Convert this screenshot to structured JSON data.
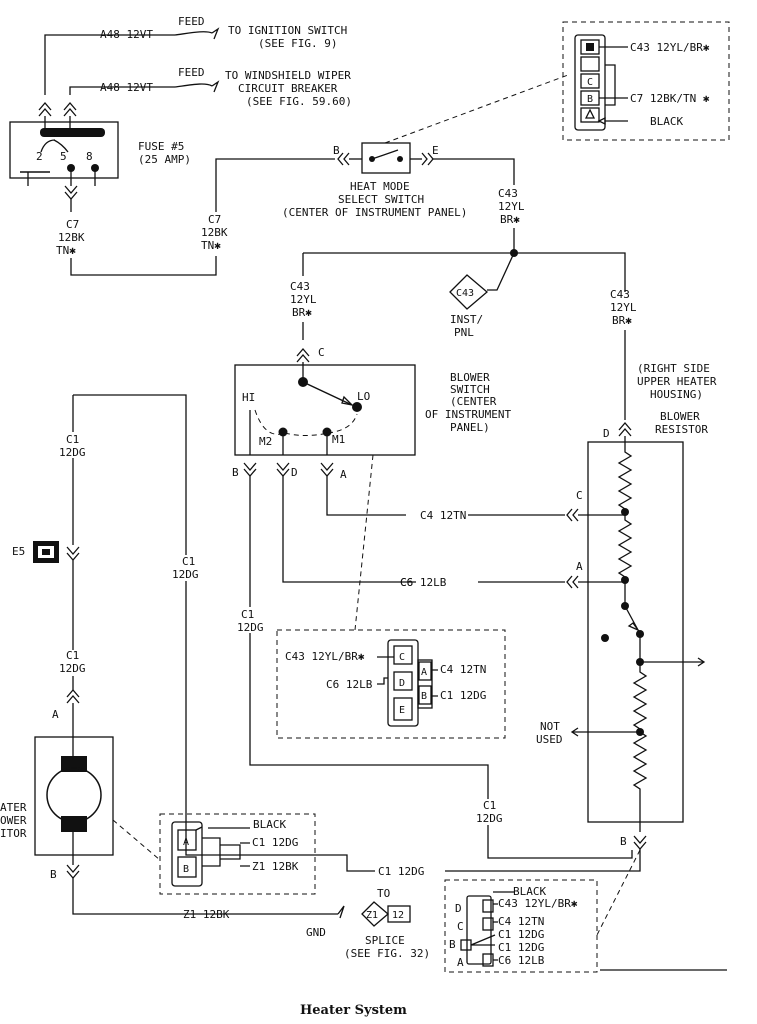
{
  "caption": "Heater System",
  "feed_top": {
    "circuit": "A48 12VT",
    "feed": "FEED",
    "dest1": "TO IGNITION SWITCH",
    "dest2": "(SEE FIG. 9)"
  },
  "feed_wiper": {
    "circuit": "A48 12VT",
    "feed": "FEED",
    "dest1": "TO WINDSHIELD WIPER",
    "dest2": "CIRCUIT BREAKER",
    "dest3": "(SEE FIG. 59.60)"
  },
  "fuse": {
    "pin2": "2",
    "pin5": "5",
    "pin8": "8",
    "label1": "FUSE #5",
    "label2": "(25 AMP)"
  },
  "c7_left": {
    "l1": "C7",
    "l2": "12BK",
    "l3": "TN✱"
  },
  "c7_right": {
    "l1": "C7",
    "l2": "12BK",
    "l3": "TN✱"
  },
  "heat_switch": {
    "pin_b": "B",
    "pin_e": "E",
    "l1": "HEAT MODE",
    "l2": "SELECT SWITCH",
    "l3": "(CENTER OF INSTRUMENT PANEL)"
  },
  "c43_top": {
    "l1": "C43",
    "l2": "12YL",
    "l3": "BR✱"
  },
  "c43_left": {
    "l1": "C43",
    "l2": "12YL",
    "l3": "BR✱"
  },
  "c43_right": {
    "l1": "C43",
    "l2": "12YL",
    "l3": "BR✱"
  },
  "inst_pnl": {
    "id": "C43",
    "l1": "INST/",
    "l2": "PNL"
  },
  "conn_top": {
    "pin_c": "C",
    "pin_b": "B",
    "l1": "C43 12YL/BR✱",
    "l2": "C7 12BK/TN ✱",
    "l3": "BLACK"
  },
  "blower_switch": {
    "pin_c": "C",
    "hi": "HI",
    "lo": "LO",
    "m2": "M2",
    "m1": "M1",
    "pin_b": "B",
    "pin_d": "D",
    "pin_a": "A",
    "l1": "BLOWER",
    "l2": "SWITCH",
    "l3": "(CENTER",
    "l4": "OF INSTRUMENT",
    "l5": "PANEL)"
  },
  "blower_resistor": {
    "h1": "(RIGHT SIDE",
    "h2": "UPPER HEATER",
    "h3": "HOUSING)",
    "l1": "BLOWER",
    "l2": "RESISTOR",
    "pin_d": "D",
    "pin_c": "C",
    "pin_a": "A",
    "pin_b": "B",
    "not1": "NOT",
    "not2": "USED"
  },
  "wires": {
    "c4": "C4 12TN",
    "c6": "C6 12LB",
    "c1_bottom": "C1 12DG",
    "z1": "Z1 12BK",
    "gnd": "GND"
  },
  "c1_labels": {
    "l1": "C1",
    "l2": "12DG"
  },
  "e5": "E5",
  "conn_mid": {
    "l1": "C43 12YL/BR✱",
    "l2": "C6 12LB",
    "c": "C",
    "d": "D",
    "b": "B",
    "e": "E",
    "a": "A",
    "r1": "C4 12TN",
    "r2": "C1 12DG"
  },
  "motor": {
    "pin_a": "A",
    "pin_b": "B",
    "l1": "ATER",
    "l2": "OWER",
    "l3": "ITOR"
  },
  "conn_motor": {
    "black": "BLACK",
    "a": "A",
    "b": "B",
    "r1": "C1 12DG",
    "r2": "Z1 12BK"
  },
  "splice": {
    "to": "TO",
    "id": "Z1",
    "n": "12",
    "l1": "SPLICE",
    "l2": "(SEE FIG. 32)"
  },
  "conn_bottom": {
    "black": "BLACK",
    "d": "D",
    "c": "C",
    "b": "B",
    "a": "A",
    "r1": "C43 12YL/BR✱",
    "r2": "C4 12TN",
    "r3": "C1 12DG",
    "r4": "C1 12DG",
    "r5": "C6 12LB"
  }
}
